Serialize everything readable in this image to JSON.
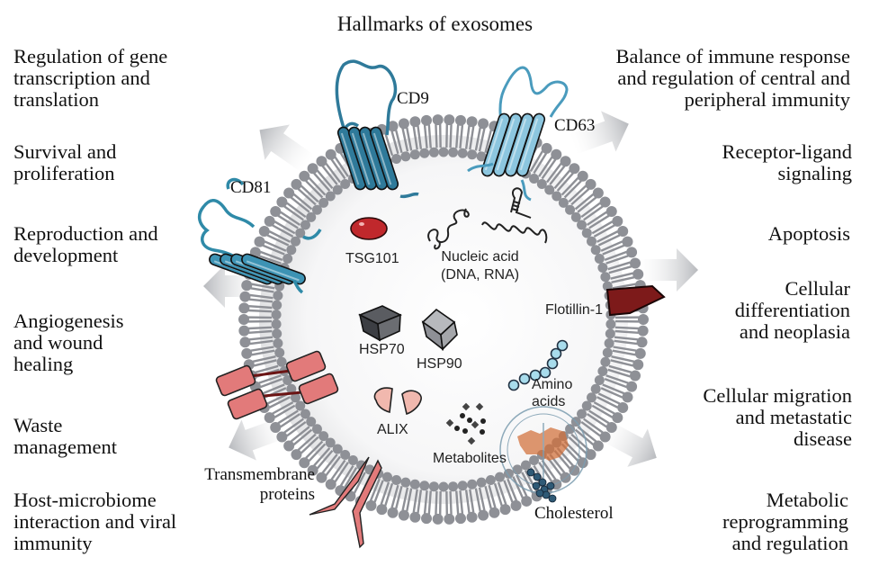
{
  "title": "Hallmarks of exosomes",
  "left_functions": [
    "Regulation of gene\ntranscription and\ntranslation",
    "Survival and\nproliferation",
    "Reproduction and\ndevelopment",
    "Angiogenesis\nand wound\nhealing",
    "Waste\nmanagement",
    "Host-microbiome\ninteraction and viral\nimmunity"
  ],
  "right_functions": [
    "Balance of immune response\nand regulation of central and\nperipheral immunity",
    "Receptor-ligand\nsignaling",
    "Apoptosis",
    "Cellular\ndifferentiation\nand neoplasia",
    "Cellular migration\nand metastatic\ndisease",
    "Metabolic\nreprogramming\nand regulation"
  ],
  "membrane_labels": {
    "cd9": "CD9",
    "cd63": "CD63",
    "cd81": "CD81",
    "transmembrane": "Transmembrane\nproteins",
    "cholesterol": "Cholesterol",
    "flotillin": "Flotillin-1"
  },
  "cargo_labels": {
    "tsg101": "TSG101",
    "nucleic_acid": "Nucleic acid\n(DNA, RNA)",
    "hsp70": "HSP70",
    "hsp90": "HSP90",
    "alix": "ALIX",
    "metabolites": "Metabolites",
    "amino_acids": "Amino\nacids"
  },
  "colors": {
    "membrane": "#8e9096",
    "tetraspanin_dark": "#2f7a9a",
    "tetraspanin_light": "#8cc6df",
    "tsg101": "#c0282c",
    "flotillin": "#7d1a1a",
    "transmembrane": "#e07b7b",
    "amino_acid": "#a8dcec",
    "arrow": "#c9cacd",
    "watermark": "#d2703a"
  }
}
